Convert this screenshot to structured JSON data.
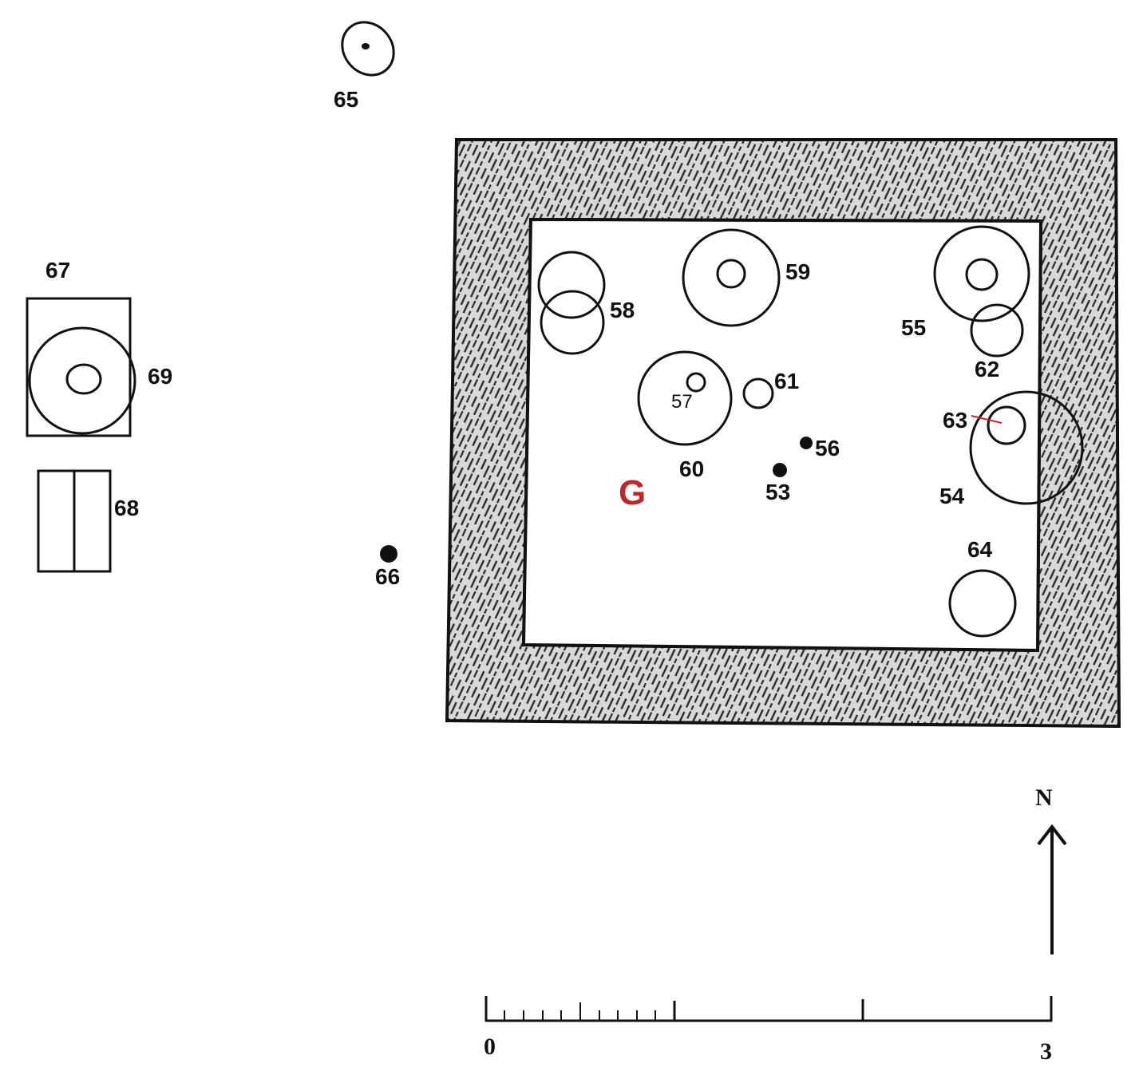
{
  "figure": {
    "zone_label": "G",
    "zone_color": "#c0272d",
    "ink_color": "#111111",
    "wall_fill_color": "#d9d9d9",
    "highlight_color": "#c0272d"
  },
  "features": {
    "f53": "53",
    "f54": "54",
    "f55": "55",
    "f56": "56",
    "f57": "57",
    "f58": "58",
    "f59": "59",
    "f60": "60",
    "f61": "61",
    "f62": "62",
    "f63": "63",
    "f64": "64",
    "f65": "65",
    "f66": "66",
    "f67": "67",
    "f68": "68",
    "f69": "69"
  },
  "north_arrow": {
    "label": "N",
    "icon": "north-arrow-icon"
  },
  "scale_bar": {
    "start_label": "0",
    "end_label": "3"
  }
}
